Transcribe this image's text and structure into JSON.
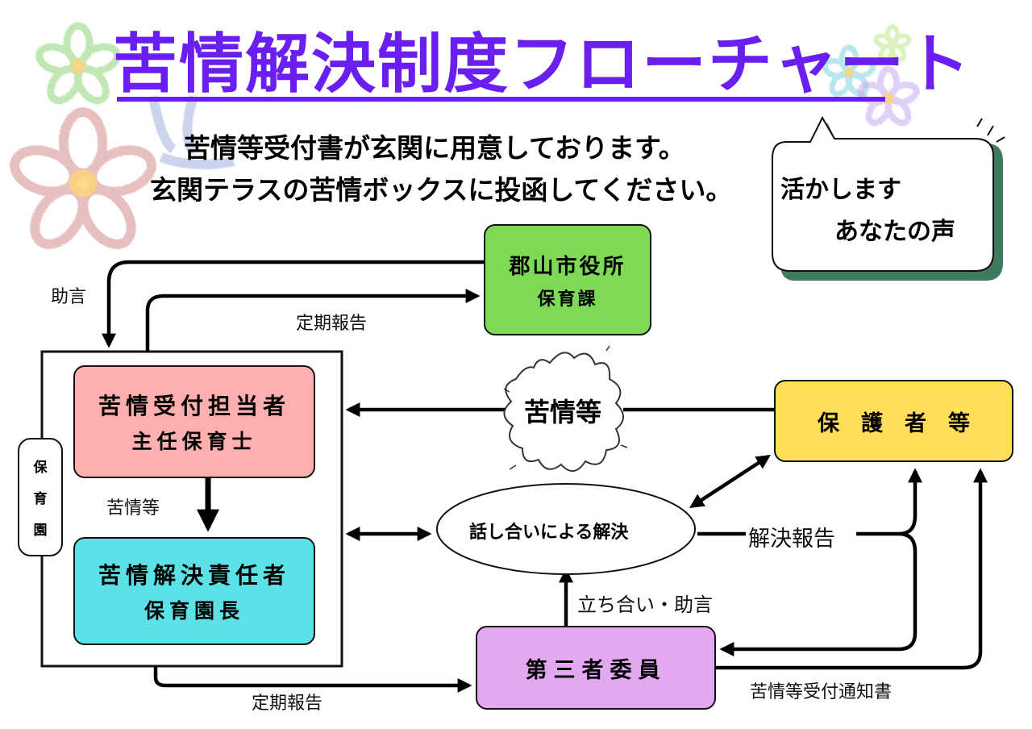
{
  "header": {
    "title": "苦情解決制度フローチャート",
    "subtitle_line1": "苦情等受付書が玄関に用意しております。",
    "subtitle_line2": "玄関テラスの苦情ボックスに投函してください。"
  },
  "speech_bubble": {
    "line1": "活かします",
    "line2": "あなたの声"
  },
  "nodes": {
    "city_office": {
      "line1": "郡山市役所",
      "line2": "保育課",
      "color": "#7ed957"
    },
    "complaint_receiver": {
      "line1": "苦情受付担当者",
      "line2": "主任保育士",
      "color": "#ffafaf"
    },
    "complaint_resolver": {
      "line1": "苦情解決責任者",
      "line2": "保育園長",
      "color": "#5ce1e6"
    },
    "nursery_label": {
      "chars": [
        "保",
        "育",
        "園"
      ]
    },
    "guardians": {
      "label": "保　護　者　等",
      "color": "#ffde59"
    },
    "discussion": {
      "label": "話し合いによる解決"
    },
    "third_party": {
      "label": "第三者委員",
      "color": "#e2a9f1"
    },
    "complaint_burst": {
      "label": "苦情等"
    }
  },
  "edges": {
    "advice": "助言",
    "regular_report_top": "定期報告",
    "complaint_internal": "苦情等",
    "regular_report_bottom": "定期報告",
    "resolution_report": "解決報告",
    "attendance_advice": "立ち合い・助言",
    "receipt_notice": "苦情等受付通知書"
  }
}
